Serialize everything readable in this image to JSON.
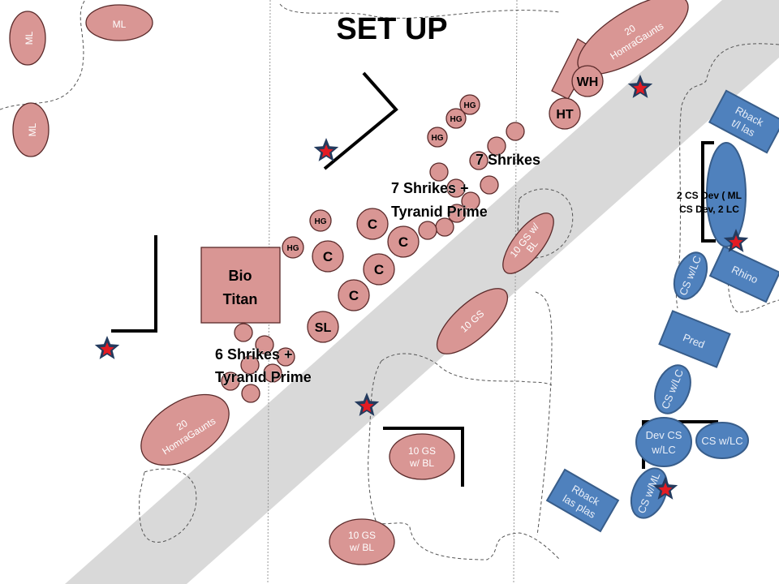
{
  "title": "SET UP",
  "colors": {
    "tyranid": "#d99694",
    "marine": "#4f81bd",
    "band": "#d9d9d9",
    "objective_star": "#e31b23"
  },
  "labels": {
    "shrikes7": "7 Shrikes",
    "shrikes7_tp_1": "7 Shrikes +",
    "shrikes7_tp_2": "Tyranid Prime",
    "shrikes6_tp_1": "6 Shrikes +",
    "shrikes6_tp_2": "Tyranid Prime"
  },
  "tyranids": {
    "ml1": "ML",
    "ml2": "ML",
    "ml3": "ML",
    "gaunts_top": [
      "20",
      "HomraGaunts"
    ],
    "gaunts_bottom": [
      "20",
      "HomraGaunts"
    ],
    "wh": "WH",
    "ht": "HT",
    "hg": [
      "HG",
      "HG",
      "HG",
      "HG",
      "HG"
    ],
    "c": [
      "C",
      "C",
      "C",
      "C",
      "C"
    ],
    "sl": "SL",
    "bio_titan": [
      "Bio",
      "Titan"
    ],
    "gs_bl_1": [
      "10 GS w/",
      "BL"
    ],
    "gs_2": "10 GS",
    "gs_bl_3": [
      "10 GS",
      "w/ BL"
    ],
    "gs_bl_4": [
      "10 GS",
      "w/ BL"
    ]
  },
  "marines": {
    "rback_tl": [
      "Rback",
      "t/l las"
    ],
    "cs_dev": [
      "2 CS Dev ( ML",
      "CS Dev, 2 LC"
    ],
    "rhino": "Rhino",
    "cs_lc_1": "CS w/LC",
    "pred": "Pred",
    "cs_lc_2": "CS w/LC",
    "dev_cs_lc": [
      "Dev CS",
      "w/LC"
    ],
    "cs_lc_3": "CS w/LC",
    "cs_ml": "CS w/ML",
    "rback_lasplas": [
      "Rback",
      "las plas"
    ]
  }
}
